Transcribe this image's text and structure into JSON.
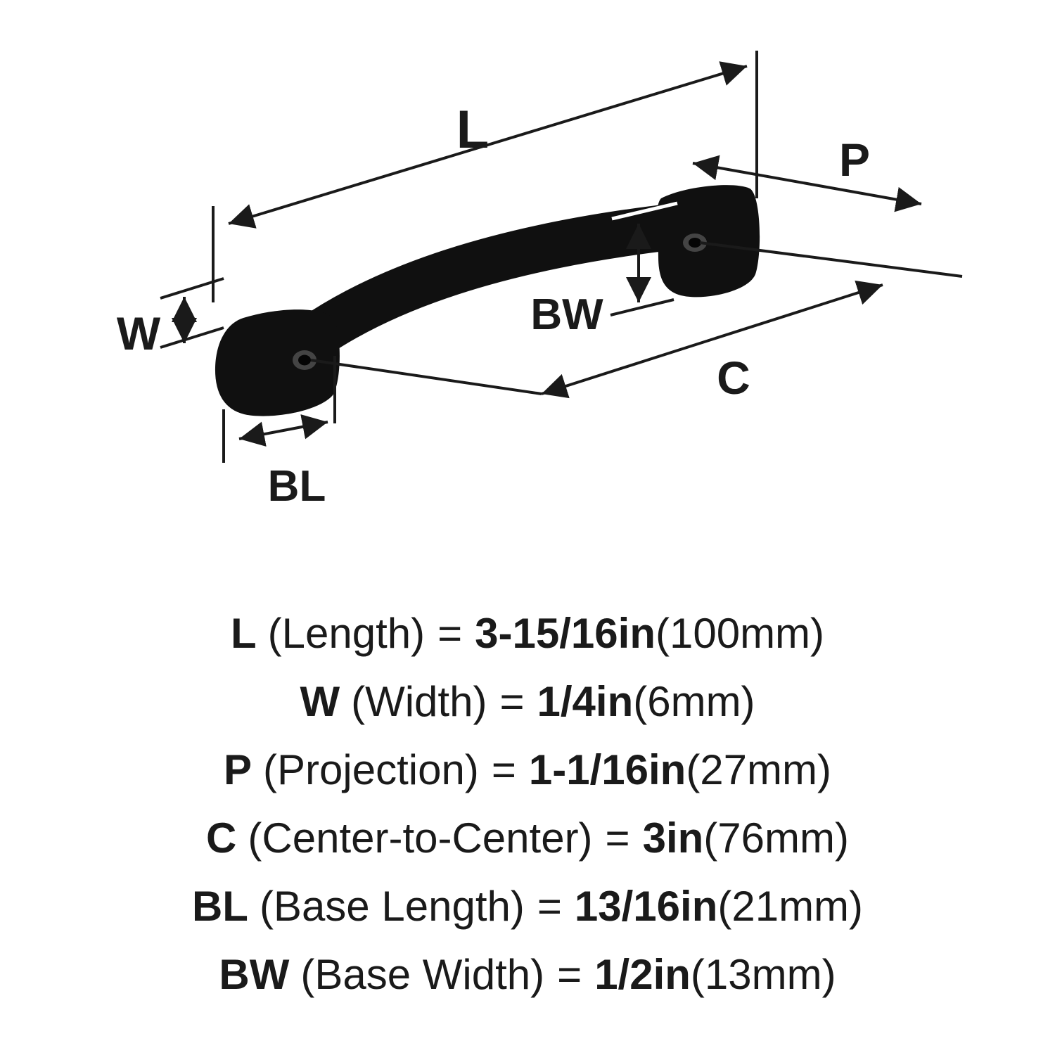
{
  "page": {
    "background": "#ffffff",
    "ink": "#1a1a1a"
  },
  "diagram": {
    "illustration": "cabinet-pull-handle",
    "labels": {
      "length": "L",
      "projection": "P",
      "width": "W",
      "base_width": "BW",
      "center_to_center": "C",
      "base_length": "BL"
    },
    "colors": {
      "handle": "#101010",
      "dimension_line": "#1a1a1a",
      "hole_rim": "#444444",
      "hole_center": "#050505",
      "tick_highlight": "#ffffff"
    }
  },
  "specs": {
    "rows": [
      {
        "label": "L",
        "desc": "(Length)",
        "eq": "=",
        "value": "3-15/16in",
        "metric": "(100mm)"
      },
      {
        "label": "W",
        "desc": "(Width)",
        "eq": "=",
        "value": "1/4in",
        "metric": "(6mm)"
      },
      {
        "label": "P",
        "desc": "(Projection)",
        "eq": "=",
        "value": "1-1/16in",
        "metric": "(27mm)"
      },
      {
        "label": "C",
        "desc": "(Center-to-Center)",
        "eq": "=",
        "value": "3in",
        "metric": "(76mm)"
      },
      {
        "label": "BL",
        "desc": "(Base Length)",
        "eq": "=",
        "value": "13/16in",
        "metric": "(21mm)"
      },
      {
        "label": "BW",
        "desc": "(Base Width)",
        "eq": "=",
        "value": "1/2in",
        "metric": "(13mm)"
      }
    ]
  }
}
